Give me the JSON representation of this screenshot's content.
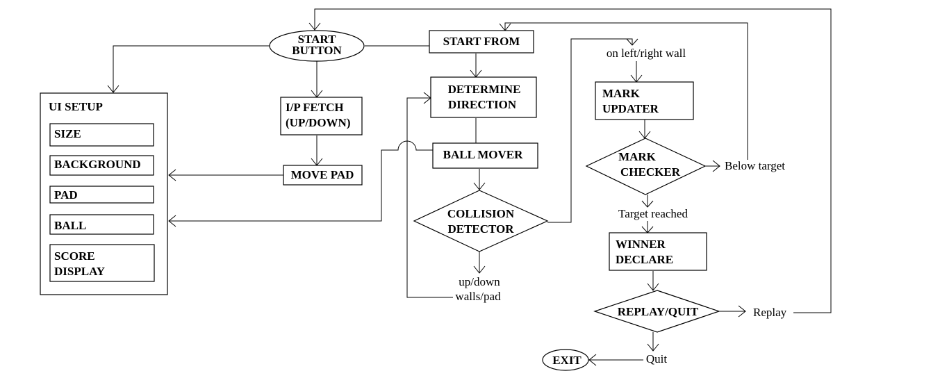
{
  "nodes": {
    "start_button": {
      "line1": "START",
      "line2": "BUTTON"
    },
    "start_from": {
      "label": "START FROM"
    },
    "determine_direction": {
      "line1": "DETERMINE",
      "line2": "DIRECTION"
    },
    "ball_mover": {
      "label": "BALL MOVER"
    },
    "collision_detector": {
      "line1": "COLLISION",
      "line2": "DETECTOR"
    },
    "ip_fetch": {
      "line1": "I/P FETCH",
      "line2": "(UP/DOWN)"
    },
    "move_pad": {
      "label": "MOVE PAD"
    },
    "ui_setup": {
      "title": "UI SETUP",
      "items": [
        "SIZE",
        "BACKGROUND",
        "PAD",
        "BALL"
      ],
      "score_line1": "SCORE",
      "score_line2": "DISPLAY"
    },
    "mark_updater": {
      "line1": "MARK",
      "line2": "UPDATER"
    },
    "mark_checker": {
      "line1": "MARK",
      "line2": "CHECKER"
    },
    "winner_declare": {
      "line1": "WINNER",
      "line2": "DECLARE"
    },
    "replay_quit": {
      "label": "REPLAY/QUIT"
    },
    "exit": {
      "label": "EXIT"
    }
  },
  "edge_labels": {
    "wall": "on left/right wall",
    "below": "Below target",
    "reached": "Target reached",
    "updown_line1": "up/down",
    "updown_line2": "walls/pad",
    "replay": "Replay",
    "quit": "Quit"
  }
}
